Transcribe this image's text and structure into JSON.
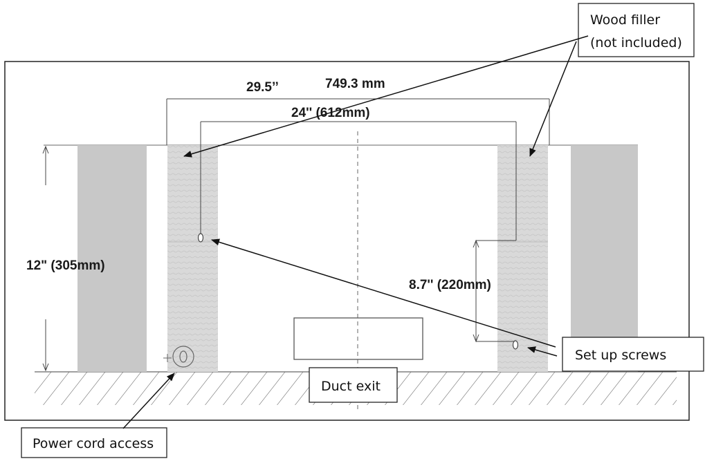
{
  "dimensions": {
    "overall_width_in": "29.5’’",
    "overall_width_mm": "749.3 mm",
    "screw_spacing": "24'' (612mm)",
    "height": "12\"  (305mm)",
    "screw_height": "8.7'' (220mm)"
  },
  "callouts": {
    "wood_filler_line1": "Wood filler",
    "wood_filler_line2": "(not included)",
    "set_up_screws": "Set up screws",
    "duct_exit": "Duct exit",
    "power_cord_access": "Power cord access"
  },
  "colors": {
    "cabinet": "#c8c8c8",
    "wood_filler": "#d8d8d8",
    "line": "#3a3a3a",
    "floor_hatch": "#555555"
  }
}
